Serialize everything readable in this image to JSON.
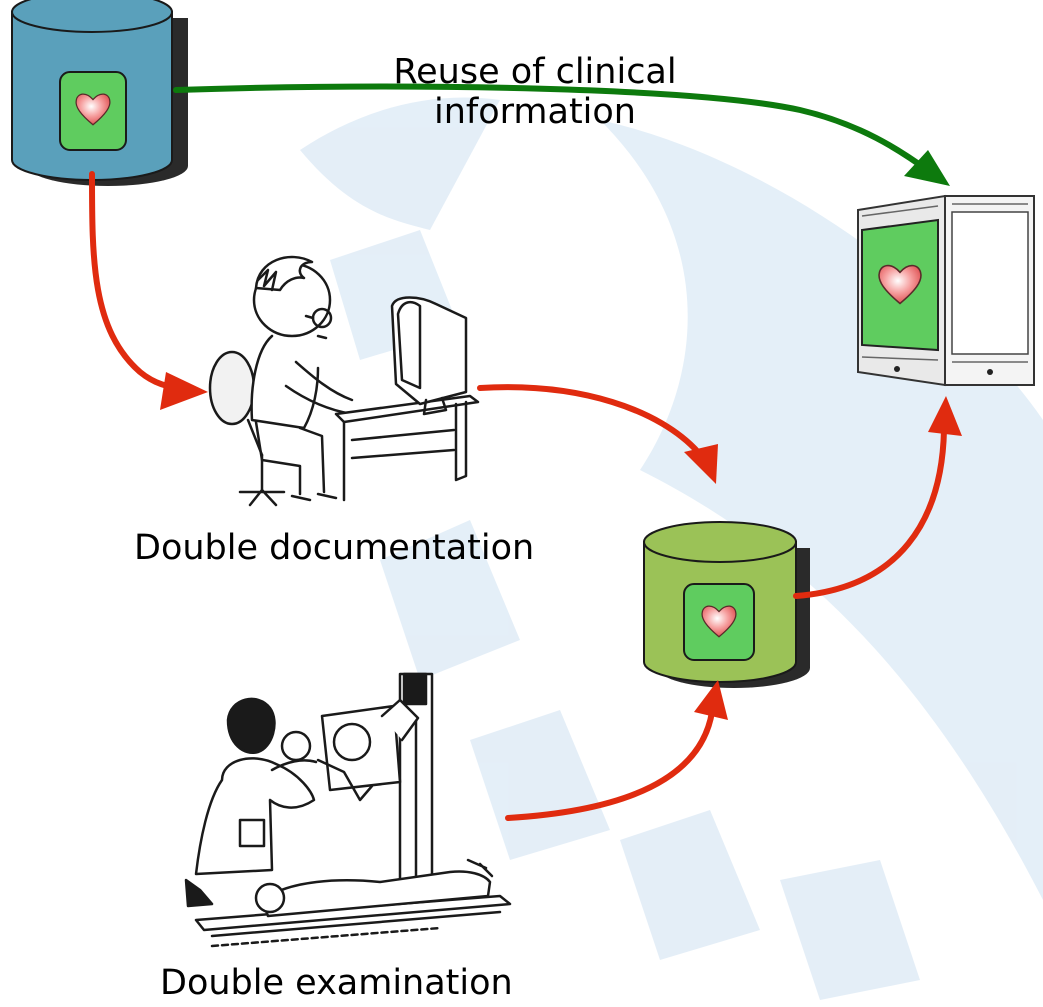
{
  "labels": {
    "reuse_line1": "Reuse of clinical",
    "reuse_line2": "information",
    "double_documentation": "Double documentation",
    "double_examination": "Double examination"
  },
  "icons": {
    "source_database": "database-cylinder-icon",
    "target_database": "database-cylinder-icon",
    "heart": "heart-icon",
    "viewer": "document-viewer-icon",
    "clerk": "person-at-computer-illustration",
    "xray": "x-ray-examination-illustration"
  },
  "colors": {
    "source_database": "#5aa0bb",
    "target_database": "#9bc257",
    "heart_panel": "#5fcc5f",
    "reuse_arrow": "#0d7a0d",
    "duplicate_arrow": "#e02b0f",
    "watermark": "#c9dff0"
  }
}
